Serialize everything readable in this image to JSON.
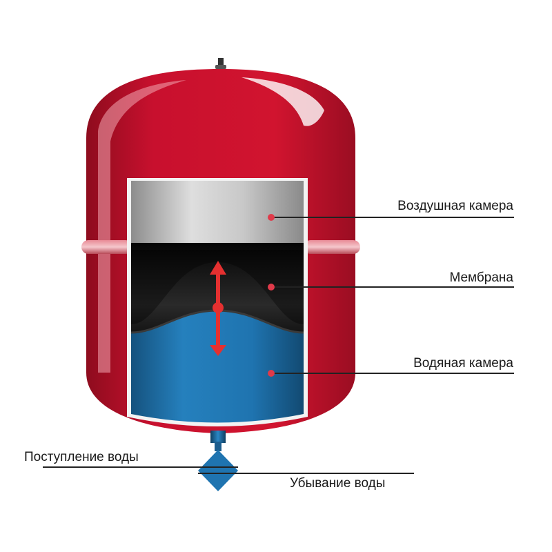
{
  "labels": {
    "air_chamber": "Воздушная камера",
    "membrane": "Мембрана",
    "water_chamber": "Водяная камера",
    "water_inflow": "Поступление воды",
    "water_outflow": "Убывание воды"
  },
  "colors": {
    "tank_red": "#c8102e",
    "air_gray": "#b8b8b8",
    "membrane_black": "#151515",
    "water_blue": "#1f74b0",
    "arrow_red": "#e53030",
    "diamond_blue": "#1f74b0"
  },
  "icons": {
    "membrane_motion": "double-arrow-vertical-icon",
    "flow_valve": "diamond-valve-icon"
  }
}
